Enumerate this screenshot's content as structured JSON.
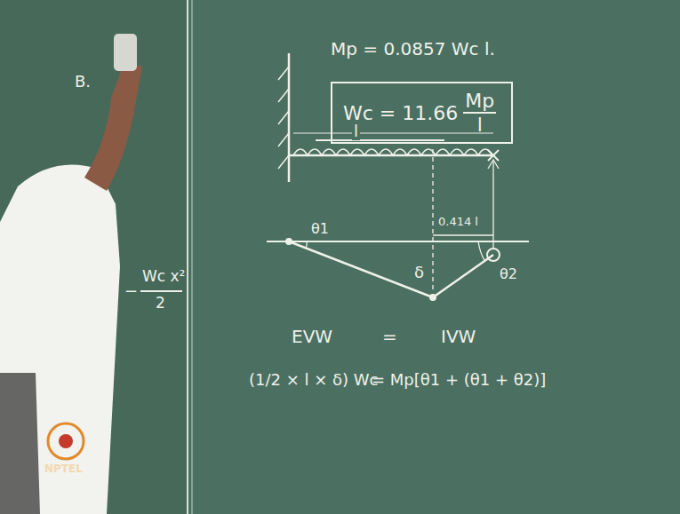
{
  "diagram": {
    "nodes": [
      {
        "text": [
          "Wc = 11.66",
          "Mp",
          "l"
        ]
      }
    ],
    "labels": [
      "Mp = 0.0857 Wc l.",
      "l",
      "0.414 l",
      "θ1",
      "δ",
      "θ2",
      "EVW",
      "=",
      "IVW",
      "(1/2 × l × δ) Wc",
      "= Mp[θ1 + (θ1 + θ2)]",
      "B.",
      "−",
      "Wc x²",
      "2",
      "NPTEL"
    ]
  }
}
